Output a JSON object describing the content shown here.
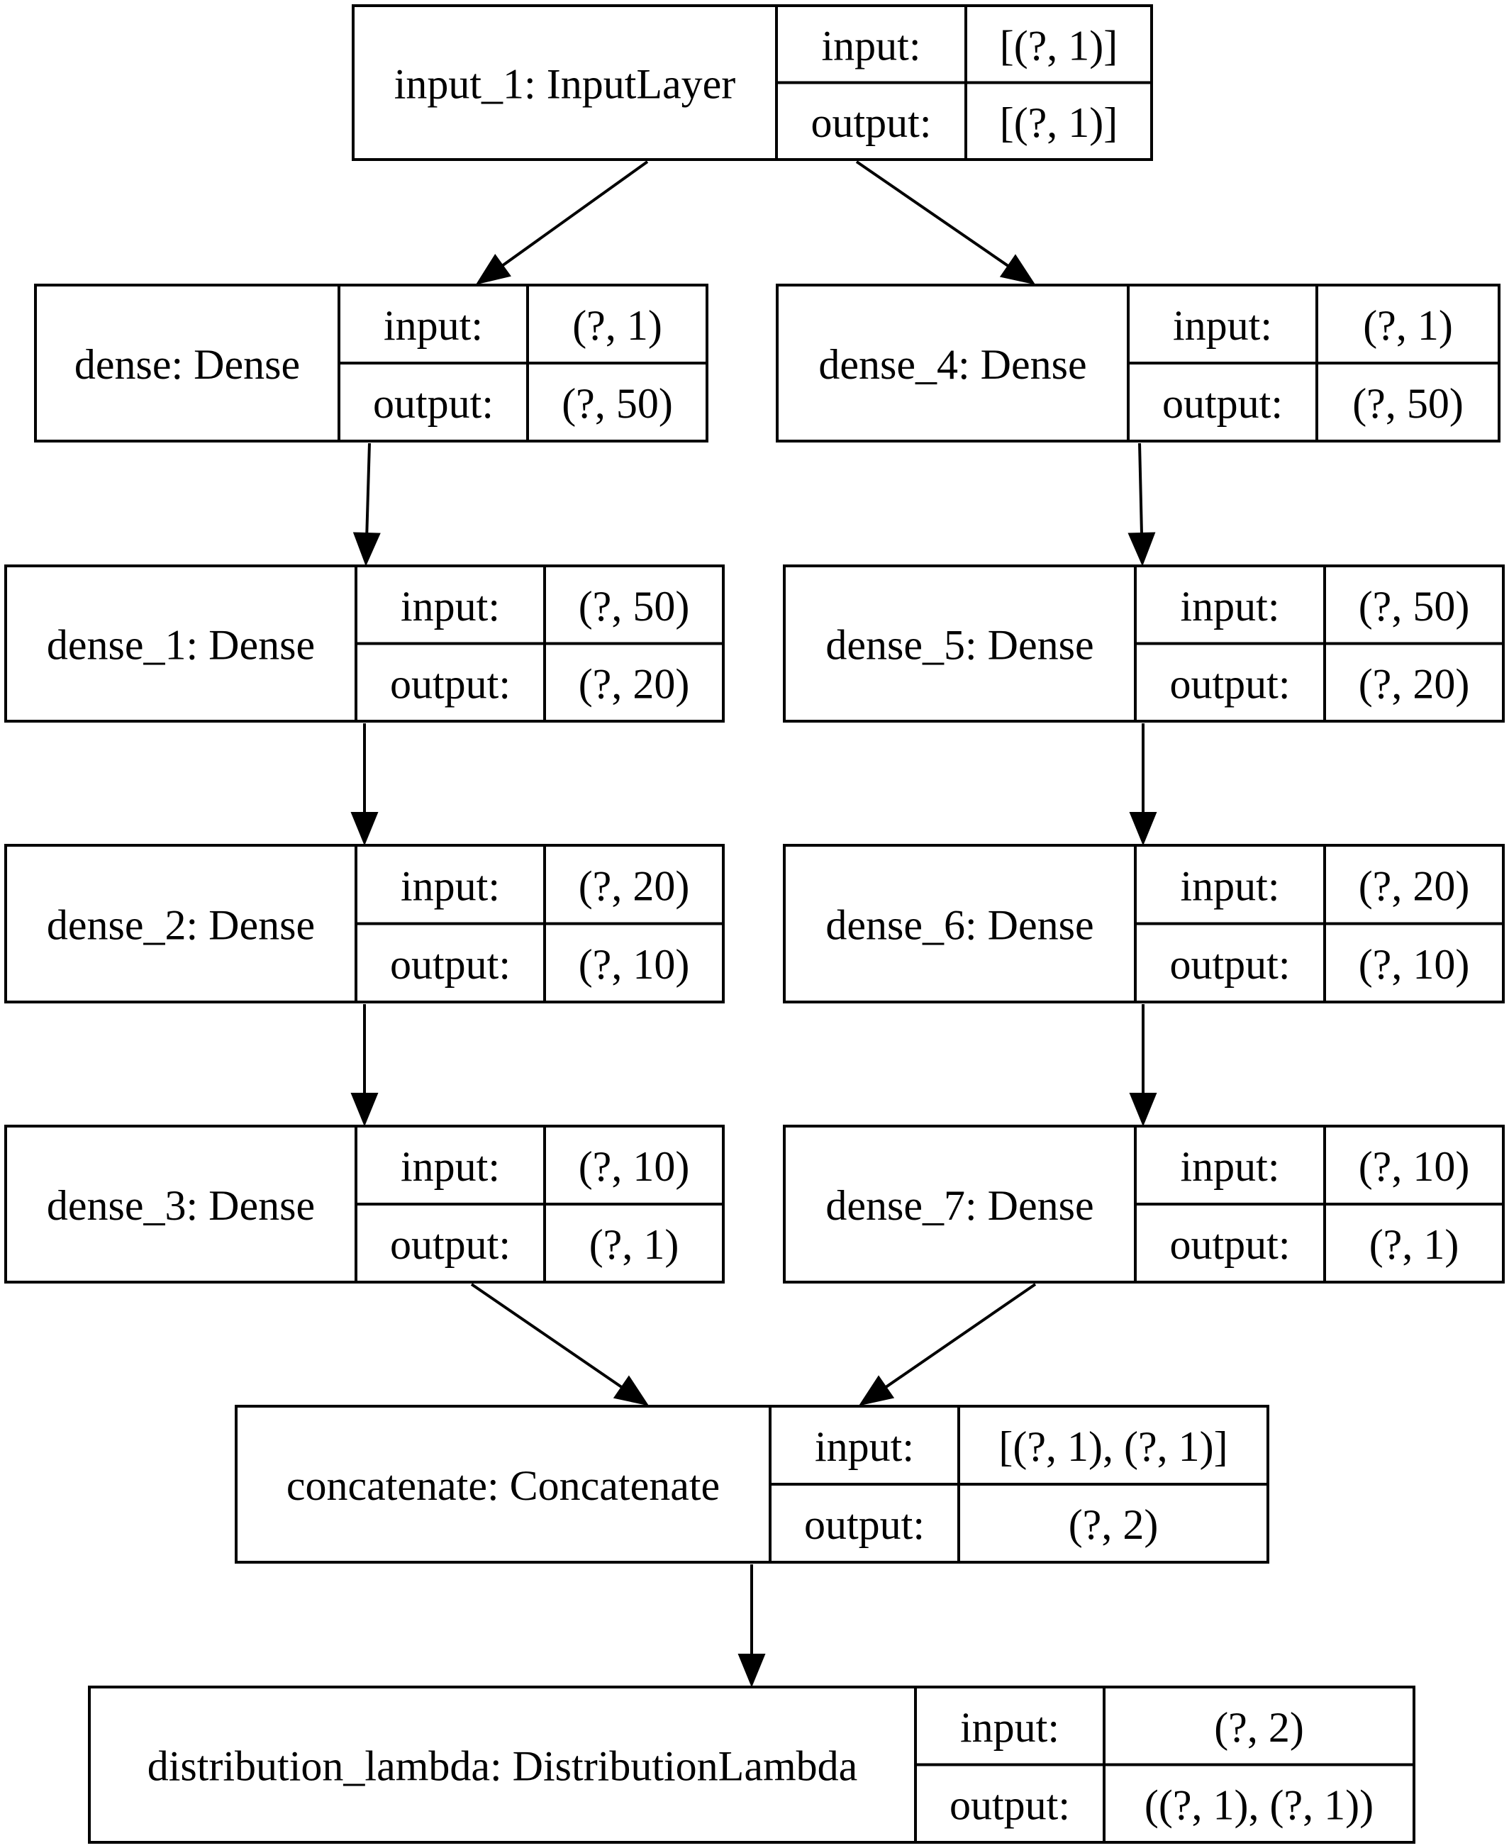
{
  "colors": {
    "stroke": "#000000",
    "background": "#ffffff"
  },
  "nodes": [
    {
      "id": "input_1",
      "label": "input_1: InputLayer",
      "input_label": "input:",
      "output_label": "output:",
      "input": "[(?, 1)]",
      "output": "[(?, 1)]"
    },
    {
      "id": "dense",
      "label": "dense: Dense",
      "input_label": "input:",
      "output_label": "output:",
      "input": "(?, 1)",
      "output": "(?, 50)"
    },
    {
      "id": "dense_4",
      "label": "dense_4: Dense",
      "input_label": "input:",
      "output_label": "output:",
      "input": "(?, 1)",
      "output": "(?, 50)"
    },
    {
      "id": "dense_1",
      "label": "dense_1: Dense",
      "input_label": "input:",
      "output_label": "output:",
      "input": "(?, 50)",
      "output": "(?, 20)"
    },
    {
      "id": "dense_5",
      "label": "dense_5: Dense",
      "input_label": "input:",
      "output_label": "output:",
      "input": "(?, 50)",
      "output": "(?, 20)"
    },
    {
      "id": "dense_2",
      "label": "dense_2: Dense",
      "input_label": "input:",
      "output_label": "output:",
      "input": "(?, 20)",
      "output": "(?, 10)"
    },
    {
      "id": "dense_6",
      "label": "dense_6: Dense",
      "input_label": "input:",
      "output_label": "output:",
      "input": "(?, 20)",
      "output": "(?, 10)"
    },
    {
      "id": "dense_3",
      "label": "dense_3: Dense",
      "input_label": "input:",
      "output_label": "output:",
      "input": "(?, 10)",
      "output": "(?, 1)"
    },
    {
      "id": "dense_7",
      "label": "dense_7: Dense",
      "input_label": "input:",
      "output_label": "output:",
      "input": "(?, 10)",
      "output": "(?, 1)"
    },
    {
      "id": "concatenate",
      "label": "concatenate: Concatenate",
      "input_label": "input:",
      "output_label": "output:",
      "input": "[(?, 1), (?, 1)]",
      "output": "(?, 2)"
    },
    {
      "id": "distribution_lambda",
      "label": "distribution_lambda: DistributionLambda",
      "input_label": "input:",
      "output_label": "output:",
      "input": "(?, 2)",
      "output": "((?, 1), (?, 1))"
    }
  ],
  "edges": [
    {
      "from": "input_1",
      "to": "dense"
    },
    {
      "from": "input_1",
      "to": "dense_4"
    },
    {
      "from": "dense",
      "to": "dense_1"
    },
    {
      "from": "dense_1",
      "to": "dense_2"
    },
    {
      "from": "dense_2",
      "to": "dense_3"
    },
    {
      "from": "dense_4",
      "to": "dense_5"
    },
    {
      "from": "dense_5",
      "to": "dense_6"
    },
    {
      "from": "dense_6",
      "to": "dense_7"
    },
    {
      "from": "dense_3",
      "to": "concatenate"
    },
    {
      "from": "dense_7",
      "to": "concatenate"
    },
    {
      "from": "concatenate",
      "to": "distribution_lambda"
    }
  ]
}
